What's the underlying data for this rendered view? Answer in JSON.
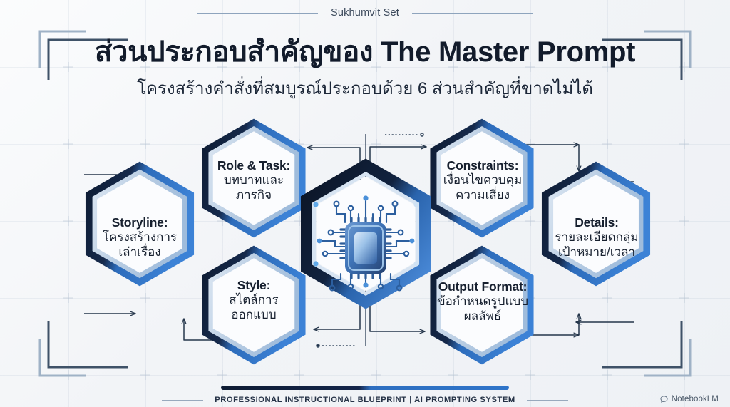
{
  "meta": {
    "top_label": "Sukhumvit Set",
    "title": "ส่วนประกอบสำคัญของ The Master Prompt",
    "subtitle": "โครงสร้างคำสั่งที่สมบูรณ์ประกอบด้วย 6 ส่วนสำคัญที่ขาดไม่ได้"
  },
  "center": {
    "icon": "cpu-chip-icon",
    "description": "central microchip / circuit board hub"
  },
  "nodes": [
    {
      "id": "storyline",
      "heading": "Storyline:",
      "lines": [
        "โครงสร้างการ",
        "เล่าเรื่อง"
      ],
      "position": "far-left"
    },
    {
      "id": "role-task",
      "heading": "Role & Task:",
      "lines": [
        "บทบาทและ",
        "ภารกิจ"
      ],
      "position": "upper-left"
    },
    {
      "id": "style",
      "heading": "Style:",
      "lines": [
        "สไตล์การ",
        "ออกแบบ"
      ],
      "position": "lower-left"
    },
    {
      "id": "constraints",
      "heading": "Constraints:",
      "lines": [
        "เงื่อนไขควบคุม",
        "ความเสี่ยง"
      ],
      "position": "upper-right"
    },
    {
      "id": "output-format",
      "heading": "Output Format:",
      "lines": [
        "ข้อกำหนดรูปแบบ",
        "ผลลัพธ์"
      ],
      "position": "lower-right"
    },
    {
      "id": "details",
      "heading": "Details:",
      "lines": [
        "รายละเอียดกลุ่ม",
        "เป้าหมาย/เวลา"
      ],
      "position": "far-right"
    }
  ],
  "footer": {
    "text": "PROFESSIONAL INSTRUCTIONAL BLUEPRINT  |  AI PROMPTING SYSTEM",
    "brand": "NotebookLM",
    "brand_icon": "notebooklm-logo-icon"
  },
  "colors": {
    "navy": "#14233f",
    "deep_navy": "#0d1729",
    "blue": "#2e6fc0",
    "mid_blue": "#3b7fd4",
    "pale_blue": "#c8d8ea",
    "light_fill": "#fbfcfe",
    "text": "#17202f",
    "background": "#f2f4f7",
    "grid_line": "#8ca0b9"
  }
}
